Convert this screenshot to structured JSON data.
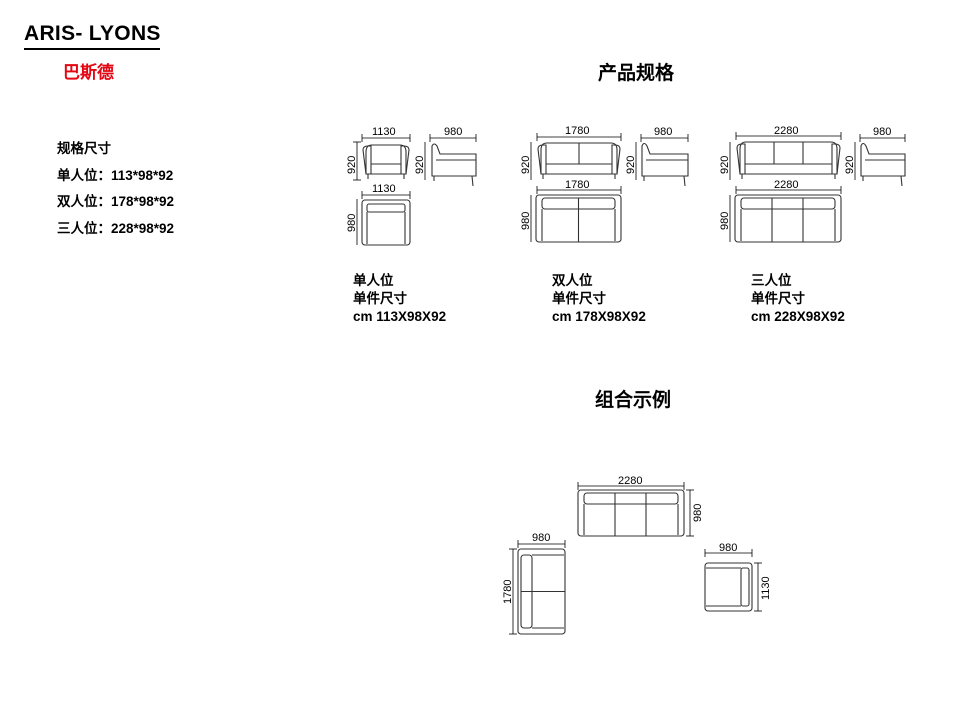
{
  "brand": {
    "name": "ARIS- LYONS",
    "cn_name": "巴斯德",
    "accent_color": "#e30613"
  },
  "titles": {
    "specs": "产品规格",
    "combo": "组合示例"
  },
  "spec_list": {
    "heading": "规格尺寸",
    "items": [
      {
        "label": "单人位：",
        "value": "113*98*92"
      },
      {
        "label": "双人位：",
        "value": "178*98*92"
      },
      {
        "label": "三人位：",
        "value": "228*98*92"
      }
    ]
  },
  "products": [
    {
      "type": "单人位",
      "size_label": "单件尺寸",
      "dims": "cm 113X98X92",
      "width": "1130",
      "depth": "980",
      "height": "920"
    },
    {
      "type": "双人位",
      "size_label": "单件尺寸",
      "dims": "cm 178X98X92",
      "width": "1780",
      "depth": "980",
      "height": "920"
    },
    {
      "type": "三人位",
      "size_label": "单件尺寸",
      "dims": "cm 228X98X92",
      "width": "2280",
      "depth": "980",
      "height": "920"
    }
  ],
  "combo": {
    "three_seat": {
      "width": "2280",
      "depth": "980"
    },
    "two_seat": {
      "depth": "980",
      "width": "1780"
    },
    "one_seat": {
      "depth": "980",
      "width": "1130"
    }
  }
}
